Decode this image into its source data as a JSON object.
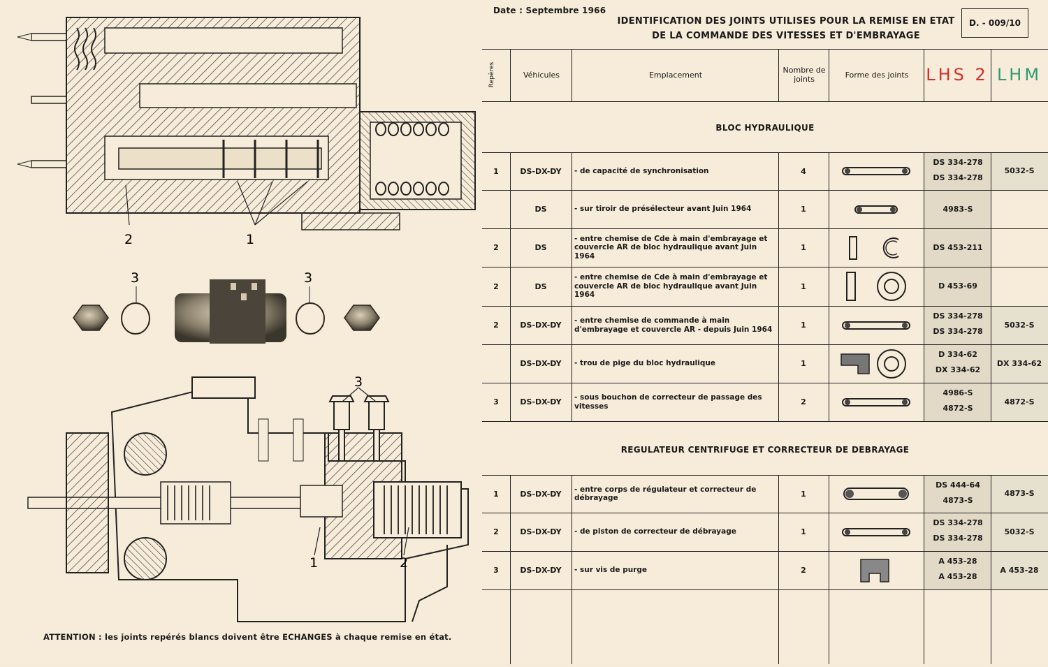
{
  "header": {
    "date": "Date : Septembre 1966",
    "title_line1": "IDENTIFICATION DES JOINTS UTILISES POUR LA REMISE EN ETAT",
    "title_line2": "DE LA COMMANDE DES VITESSES ET D'EMBRAYAGE",
    "reference": "D. - 009/10"
  },
  "columns": {
    "reperes": "Repères",
    "vehicules": "Véhicules",
    "emplacement": "Emplacement",
    "nombre": "Nombre de joints",
    "forme": "Forme des joints",
    "lhs2": "LHS 2",
    "lhm": "LHM"
  },
  "colors": {
    "lhs2": "#d2302a",
    "lhm": "#2f9a74",
    "paper": "#f7ebd9"
  },
  "sections": {
    "bloc": "BLOC HYDRAULIQUE",
    "regulateur": "REGULATEUR CENTRIFUGE ET CORRECTEUR DE DEBRAYAGE"
  },
  "rows": [
    {
      "rep": "1",
      "veh": "DS-DX-DY",
      "loc": "- de capacité de synchronisation",
      "nb": "4",
      "shape": "oring-long",
      "lhs": [
        "DS 334-278",
        "DS 334-278"
      ],
      "lhm": "5032-S"
    },
    {
      "rep": "",
      "veh": "DS",
      "loc": "- sur tiroir de présélecteur avant Juin 1964",
      "nb": "1",
      "shape": "oring-short",
      "lhs": [
        "4983-S"
      ],
      "lhm": ""
    },
    {
      "rep": "2",
      "veh": "DS",
      "loc": "- entre chemise de Cde à main d'embrayage et couvercle AR de bloc hydraulique avant Juin 1964",
      "nb": "1",
      "shape": "split-ring",
      "lhs": [
        "DS 453-211"
      ],
      "lhm": ""
    },
    {
      "rep": "2",
      "veh": "DS",
      "loc": "- entre chemise de Cde à main d'embrayage et couvercle AR de bloc hydraulique avant Juin 1964",
      "nb": "1",
      "shape": "flat-washer",
      "lhs": [
        "D 453-69"
      ],
      "lhm": ""
    },
    {
      "rep": "2",
      "veh": "DS-DX-DY",
      "loc": "- entre chemise de commande à main d'embrayage et couvercle AR - depuis Juin 1964",
      "nb": "1",
      "shape": "oring-long",
      "lhs": [
        "DS 334-278",
        "DS 334-278"
      ],
      "lhm": "5032-S"
    },
    {
      "rep": "",
      "veh": "DS-DX-DY",
      "loc": "- trou de pige du bloc hydraulique",
      "nb": "1",
      "shape": "tee-washer",
      "lhs": [
        "D 334-62",
        "DX 334-62"
      ],
      "lhm": "DX 334-62"
    },
    {
      "rep": "3",
      "veh": "DS-DX-DY",
      "loc": "- sous bouchon de correcteur de passage des vitesses",
      "nb": "2",
      "shape": "oring-long",
      "lhs": [
        "4986-S",
        "4872-S"
      ],
      "lhm": "4872-S"
    },
    {
      "rep": "1",
      "veh": "DS-DX-DY",
      "loc": "- entre corps de régulateur et correcteur de débrayage",
      "nb": "1",
      "shape": "oring-thick",
      "lhs": [
        "DS 444-64",
        "4873-S"
      ],
      "lhm": "4873-S"
    },
    {
      "rep": "2",
      "veh": "DS-DX-DY",
      "loc": "- de piston de correcteur de débrayage",
      "nb": "1",
      "shape": "oring-long",
      "lhs": [
        "DS 334-278",
        "DS 334-278"
      ],
      "lhm": "5032-S"
    },
    {
      "rep": "3",
      "veh": "DS-DX-DY",
      "loc": "- sur vis de purge",
      "nb": "2",
      "shape": "cup-seal",
      "lhs": [
        "A 453-28",
        "A 453-28"
      ],
      "lhm": "A 453-28"
    }
  ],
  "figure_labels": {
    "top_2": "2",
    "top_1": "1",
    "mid_3a": "3",
    "mid_3b": "3",
    "bot_3": "3",
    "bot_1": "1",
    "bot_2": "2"
  },
  "footer": {
    "attention": "ATTENTION : les joints repérés blancs doivent être ECHANGES à chaque remise en état."
  }
}
